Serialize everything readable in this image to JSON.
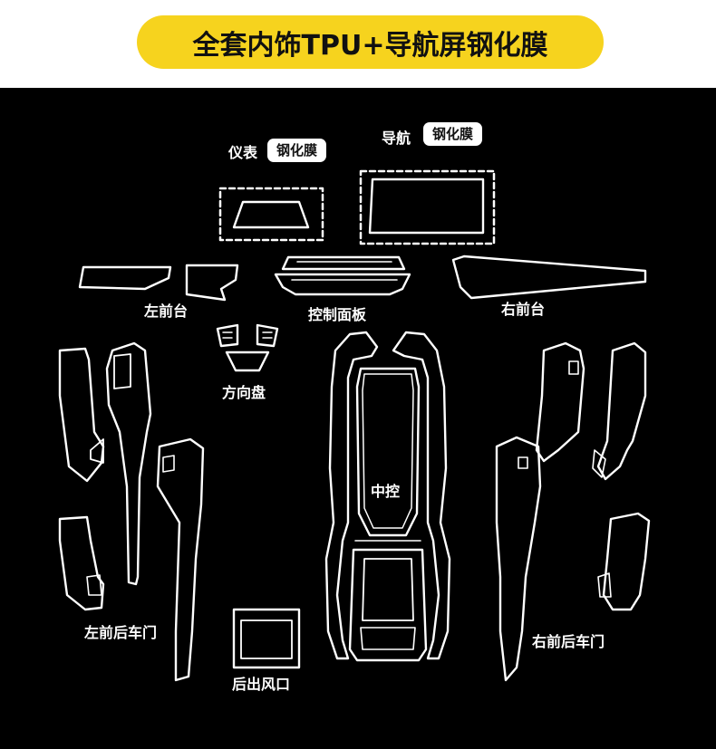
{
  "title": "全套内饰TPU+导航屏钢化膜",
  "colors": {
    "accent": "#f6d31e",
    "background": "#000000",
    "outline": "#ffffff"
  },
  "labels": {
    "instrument": "仪表",
    "instrument_badge": "钢化膜",
    "navigation": "导航",
    "navigation_badge": "钢化膜",
    "left_dash": "左前台",
    "control_panel": "控制面板",
    "right_dash": "右前台",
    "steering_wheel": "方向盘",
    "center_console": "中控",
    "left_doors": "左前后车门",
    "right_doors": "右前后车门",
    "rear_vent": "后出风口"
  }
}
